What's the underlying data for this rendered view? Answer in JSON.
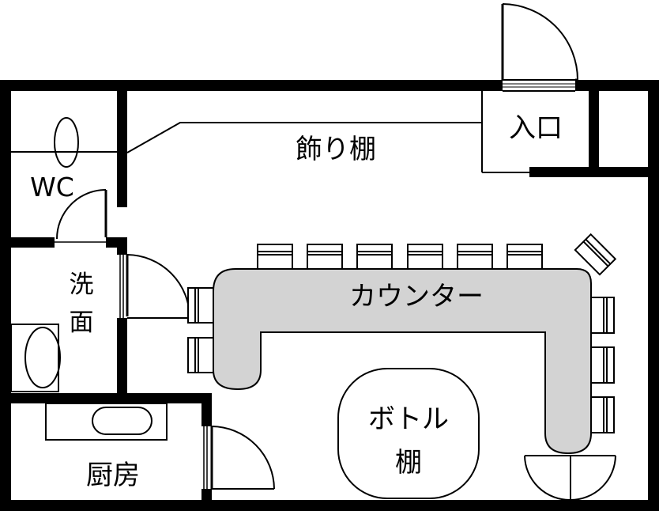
{
  "labels": {
    "entrance": "入口",
    "display_shelf": "飾り棚",
    "wc": "WC",
    "washroom_line1": "洗",
    "washroom_line2": "面",
    "counter": "カウンター",
    "bottle_shelf_line1": "ボトル",
    "bottle_shelf_line2": "棚",
    "kitchen": "厨房"
  },
  "colors": {
    "wall": "#000000",
    "floor": "#ffffff",
    "counter_fill": "#d3d3d3"
  },
  "furniture": {
    "counter_top_chairs": 6,
    "counter_left_chairs": 2,
    "counter_right_chairs": 3,
    "door_count": 5
  }
}
